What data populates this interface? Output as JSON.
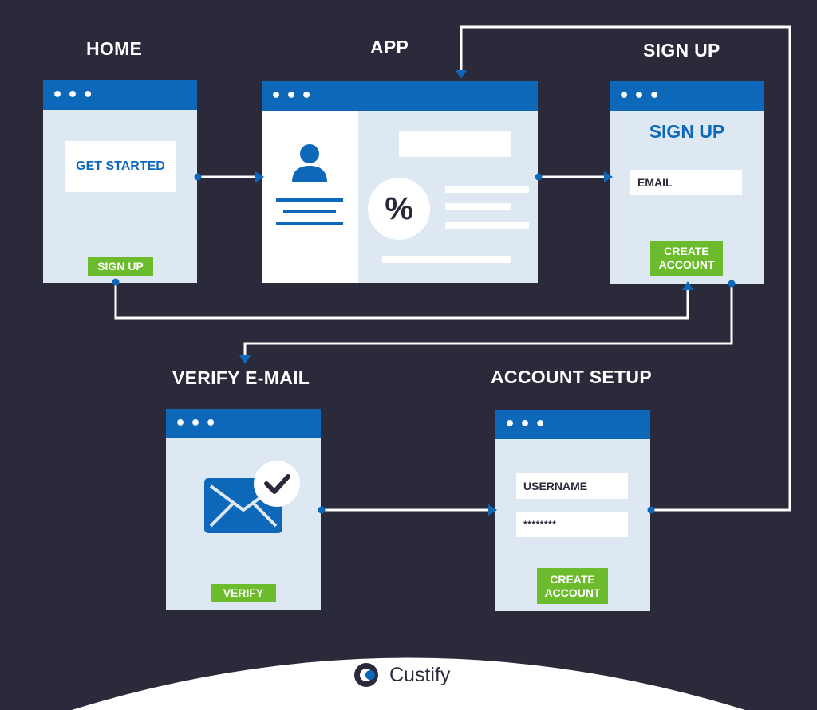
{
  "screens": {
    "home": {
      "title": "HOME",
      "cta_label": "GET STARTED",
      "signup_label": "SIGN UP"
    },
    "app": {
      "title": "APP",
      "percent_symbol": "%"
    },
    "signup": {
      "title": "SIGN UP",
      "heading": "SIGN UP",
      "email_label": "EMAIL",
      "create_account_label": "CREATE ACCOUNT"
    },
    "verify": {
      "title": "VERIFY E-MAIL",
      "verify_label": "VERIFY"
    },
    "account_setup": {
      "title": "ACCOUNT SETUP",
      "username_label": "USERNAME",
      "password_mask": "********",
      "create_account_label": "CREATE ACCOUNT"
    }
  },
  "window_dots": "•••",
  "brand": {
    "name": "Custify"
  },
  "colors": {
    "background": "#2b2a3b",
    "window_bar": "#0e68ba",
    "window_body": "#dde8f3",
    "button_green": "#6cbb2c",
    "connector": "#ffffff",
    "connector_dot": "#0e68ba"
  },
  "icons": [
    "user-icon",
    "percent-icon",
    "envelope-icon",
    "checkmark-icon",
    "custify-logo-icon"
  ]
}
